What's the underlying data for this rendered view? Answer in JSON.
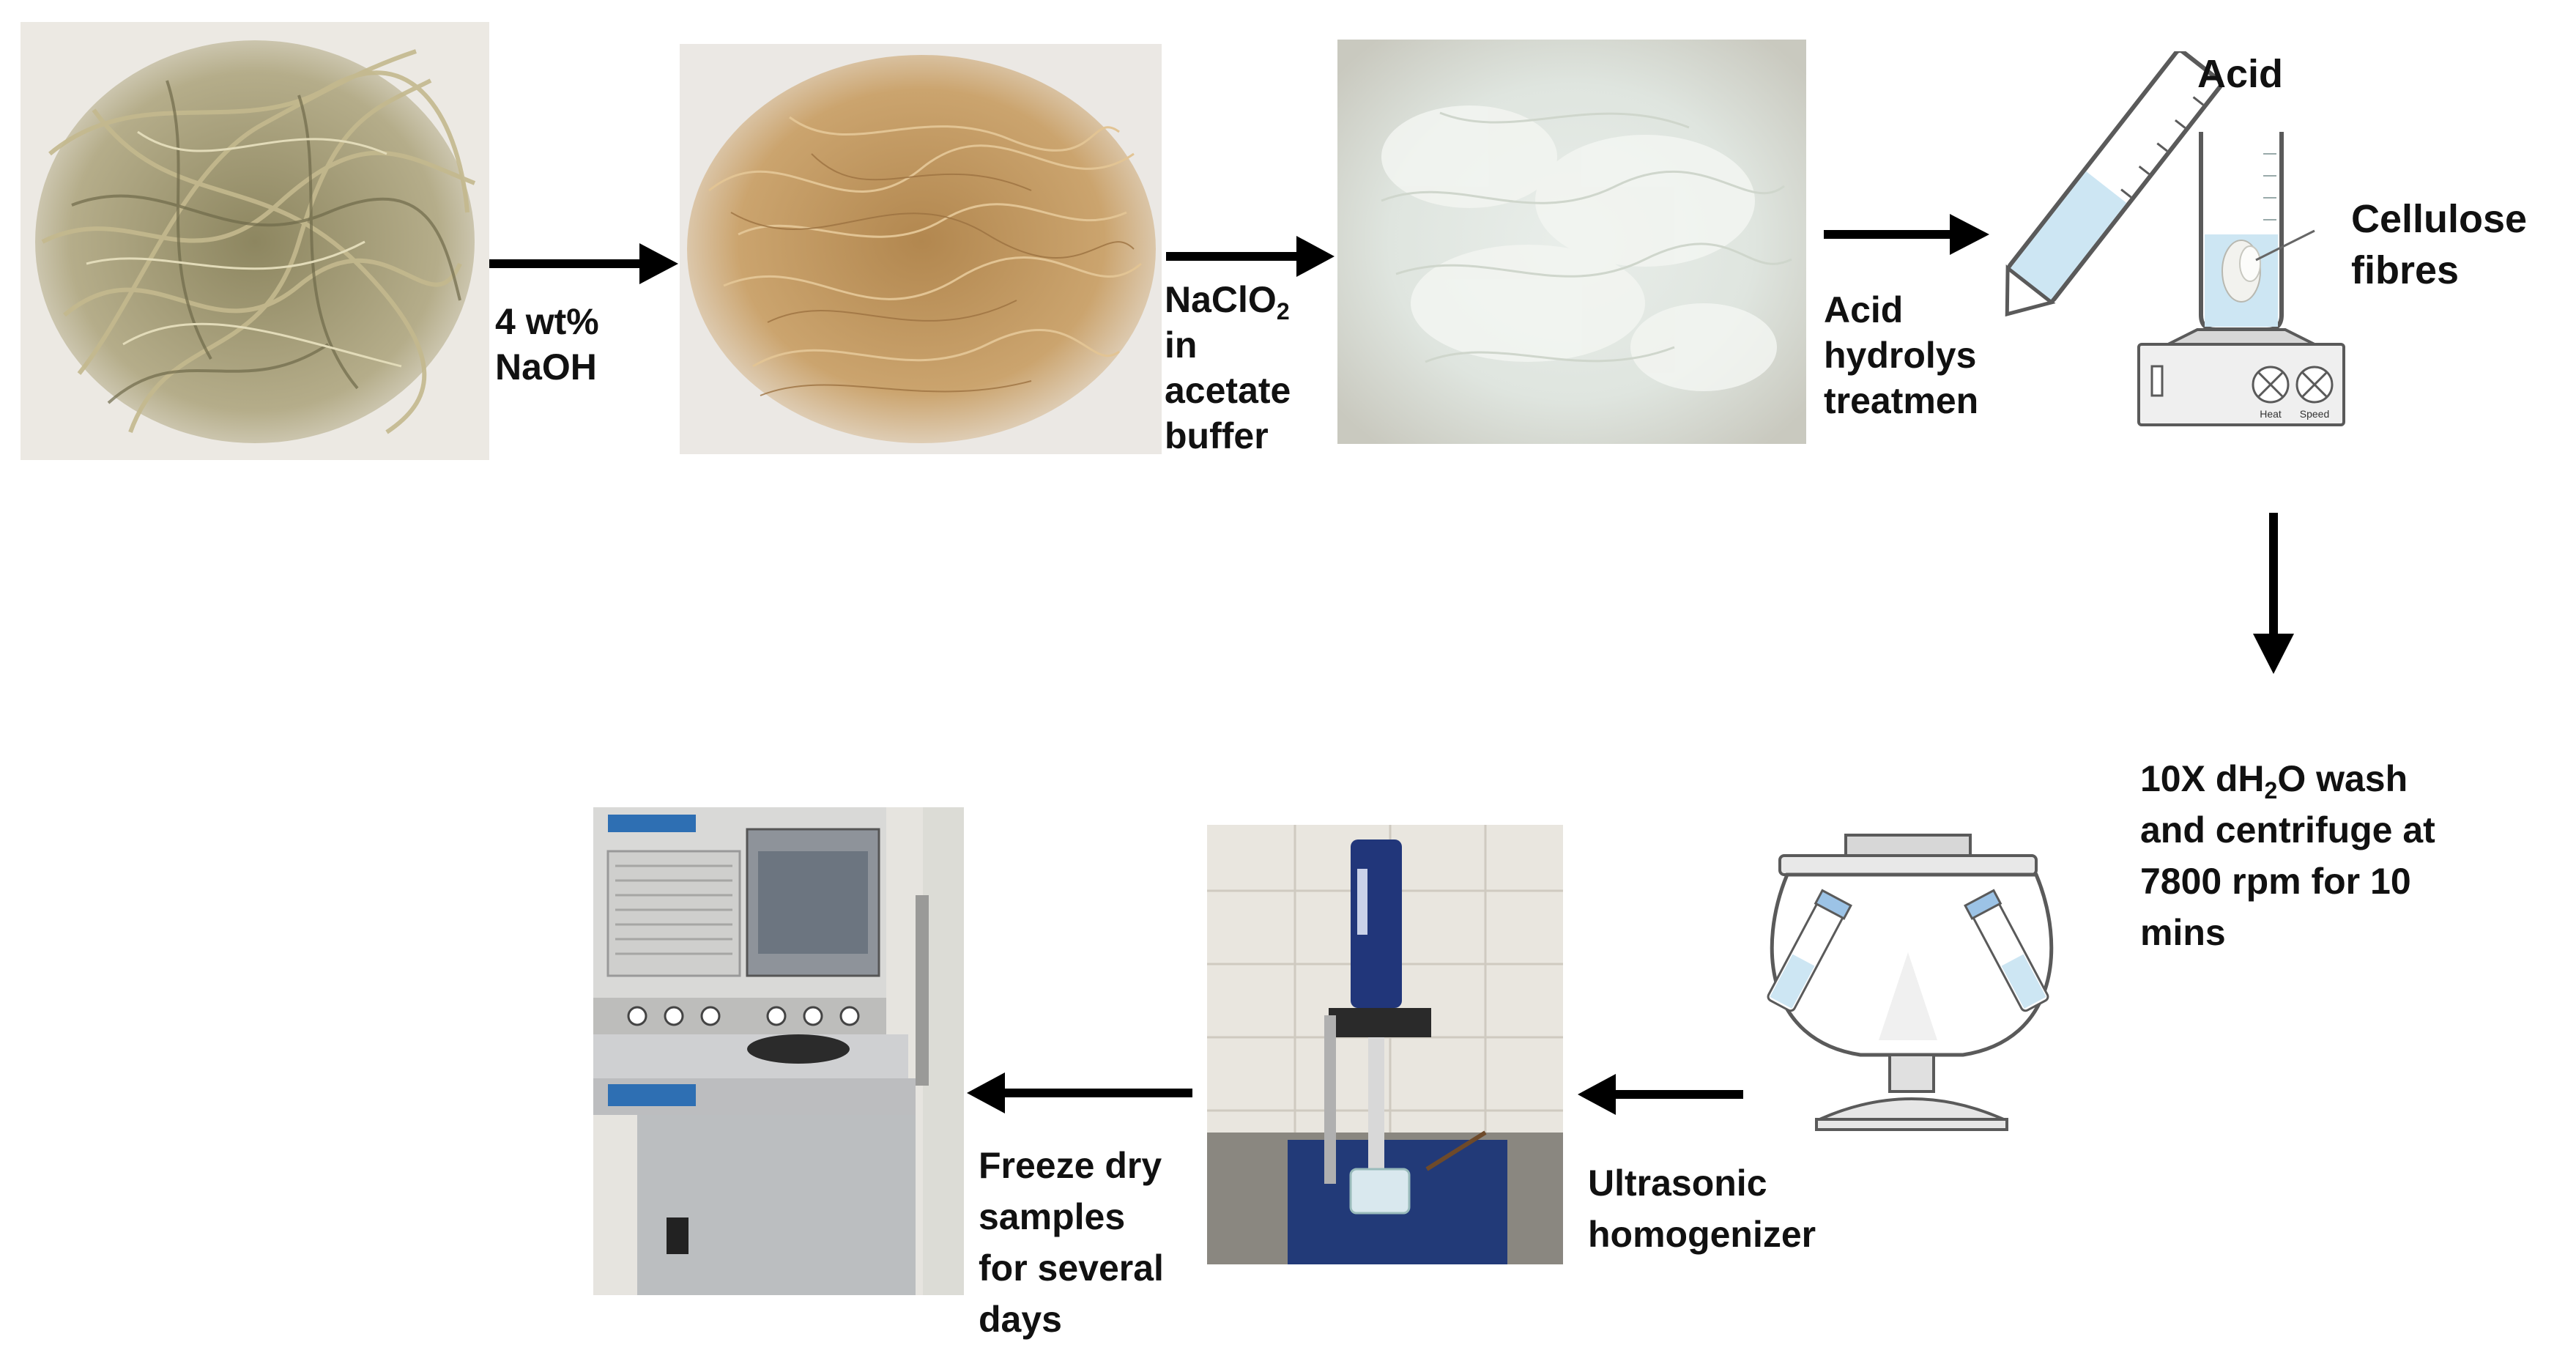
{
  "steps": {
    "naoh": {
      "line1": "4 wt%",
      "line2": "NaOH"
    },
    "bleach": {
      "formula_main": "NaClO",
      "formula_sub": "2",
      "line2": "in",
      "line3": "acetate",
      "line4": "buffer"
    },
    "acid_treatment": {
      "line1": "Acid",
      "line2": "hydrolys",
      "line3": "treatmen"
    },
    "wash": {
      "line1_pre": "10X dH",
      "line1_sub": "2",
      "line1_post": "O wash",
      "line2": "and centrifuge at",
      "line3": "7800 rpm for 10",
      "line4": "mins"
    },
    "ultrasonic": {
      "line1": "Ultrasonic",
      "line2": "homogenizer"
    },
    "freeze_dry": {
      "line1": "Freeze dry",
      "line2": "samples",
      "line3": "for several",
      "line4": "days"
    }
  },
  "acid_setup": {
    "acid_label": "Acid",
    "cellulose_line1": "Cellulose",
    "cellulose_line2": "fibres",
    "knob_left": "Heat",
    "knob_right": "Speed"
  },
  "colors": {
    "arrow": "#000000",
    "liquid": "#cde6f3",
    "straw": "#a89a6a",
    "fiber": "#c9a36a"
  }
}
